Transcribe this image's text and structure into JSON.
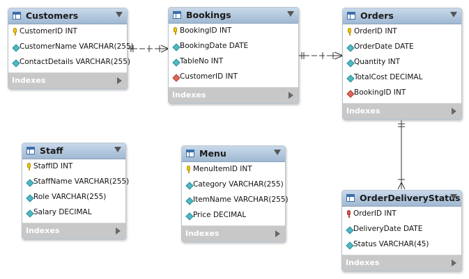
{
  "tables": {
    "customers": {
      "title": "Customers",
      "columns": [
        {
          "label": "CustomerID INT",
          "icon": "primary-key-icon"
        },
        {
          "label": "CustomerName VARCHAR(255)",
          "icon": "column-icon"
        },
        {
          "label": "ContactDetails VARCHAR(255)",
          "icon": "column-icon"
        }
      ],
      "indexes": "Indexes"
    },
    "bookings": {
      "title": "Bookings",
      "columns": [
        {
          "label": "BookingID INT",
          "icon": "primary-key-icon"
        },
        {
          "label": "BookingDate DATE",
          "icon": "column-icon"
        },
        {
          "label": "TableNo INT",
          "icon": "column-icon"
        },
        {
          "label": "CustomerID INT",
          "icon": "foreign-key-icon"
        }
      ],
      "indexes": "Indexes"
    },
    "orders": {
      "title": "Orders",
      "columns": [
        {
          "label": "OrderID INT",
          "icon": "primary-key-icon"
        },
        {
          "label": "OrderDate DATE",
          "icon": "column-icon"
        },
        {
          "label": "Quantity INT",
          "icon": "column-icon"
        },
        {
          "label": "TotalCost DECIMAL",
          "icon": "column-icon"
        },
        {
          "label": "BookingID INT",
          "icon": "foreign-key-icon"
        }
      ],
      "indexes": "Indexes"
    },
    "staff": {
      "title": "Staff",
      "columns": [
        {
          "label": "StaffID INT",
          "icon": "primary-key-icon"
        },
        {
          "label": "StaffName VARCHAR(255)",
          "icon": "column-icon"
        },
        {
          "label": "Role VARCHAR(255)",
          "icon": "column-icon"
        },
        {
          "label": "Salary DECIMAL",
          "icon": "column-icon"
        }
      ],
      "indexes": "Indexes"
    },
    "menu": {
      "title": "Menu",
      "columns": [
        {
          "label": "MenuItemID INT",
          "icon": "primary-key-icon"
        },
        {
          "label": "Category VARCHAR(255)",
          "icon": "column-icon"
        },
        {
          "label": "ItemName VARCHAR(255)",
          "icon": "column-icon"
        },
        {
          "label": "Price DECIMAL",
          "icon": "column-icon"
        }
      ],
      "indexes": "Indexes"
    },
    "orderdeliverystatus": {
      "title": "OrderDeliveryStatus",
      "columns": [
        {
          "label": "OrderID INT",
          "icon": "primary-foreign-key-icon"
        },
        {
          "label": "DeliveryDate DATE",
          "icon": "column-icon"
        },
        {
          "label": "Status VARCHAR(45)",
          "icon": "column-icon"
        }
      ],
      "indexes": "Indexes"
    }
  },
  "relationships": [
    {
      "from": "Customers",
      "to": "Bookings",
      "type": "one-to-many",
      "line": "dashed"
    },
    {
      "from": "Bookings",
      "to": "Orders",
      "type": "one-to-many",
      "line": "dashed"
    },
    {
      "from": "Orders",
      "to": "OrderDeliveryStatus",
      "type": "one-to-many",
      "line": "solid"
    }
  ],
  "colors": {
    "header_top": "#c9d9ea",
    "header_bottom": "#9fb8d2",
    "indexes_bar": "#c8c8c8",
    "column_diamond": "#4fb9c4",
    "fk_diamond": "#e0675a",
    "primary_key": "#f2c318",
    "connector": "#333333"
  }
}
